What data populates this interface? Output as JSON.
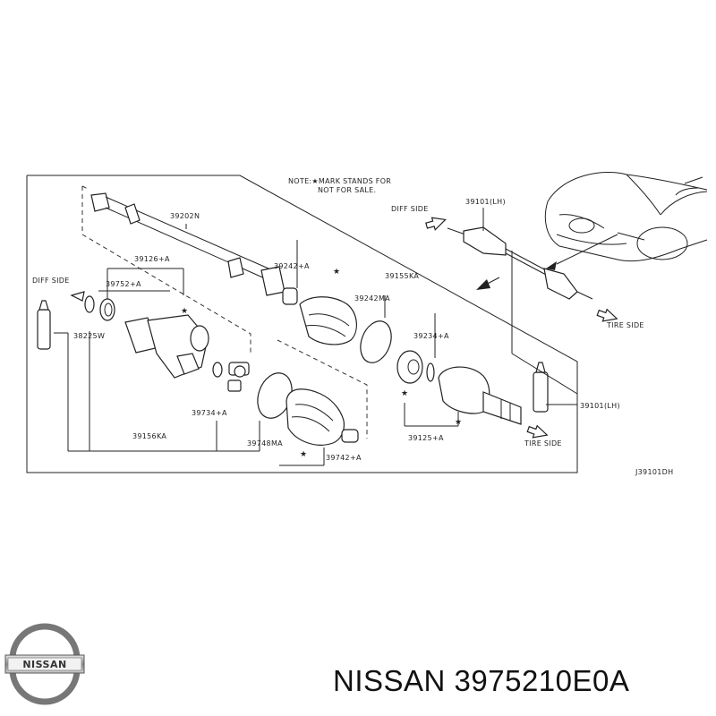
{
  "note": [
    "NOTE:★MARK STANDS FOR",
    "NOT FOR SALE."
  ],
  "side_labels": {
    "diff_side": "DIFF SIDE",
    "tire_side": "TIRE SIDE"
  },
  "part_labels": {
    "p39202n": "39202N",
    "p39126a": "39126+A",
    "p39752a": "39752+A",
    "p38225w": "38225W",
    "p39242a": "39242+A",
    "p39155ka": "39155KA",
    "p39242ma": "39242MA",
    "p39234a": "39234+A",
    "p39734a": "39734+A",
    "p39156ka": "39156KA",
    "p39748ma": "39748MA",
    "p39742a": "39742+A",
    "p39125a": "39125+A",
    "p39101lh": "39101(LH)"
  },
  "diagram_code": "J39101DH",
  "logo_text": "NISSAN",
  "caption": "NISSAN 3975210E0A"
}
